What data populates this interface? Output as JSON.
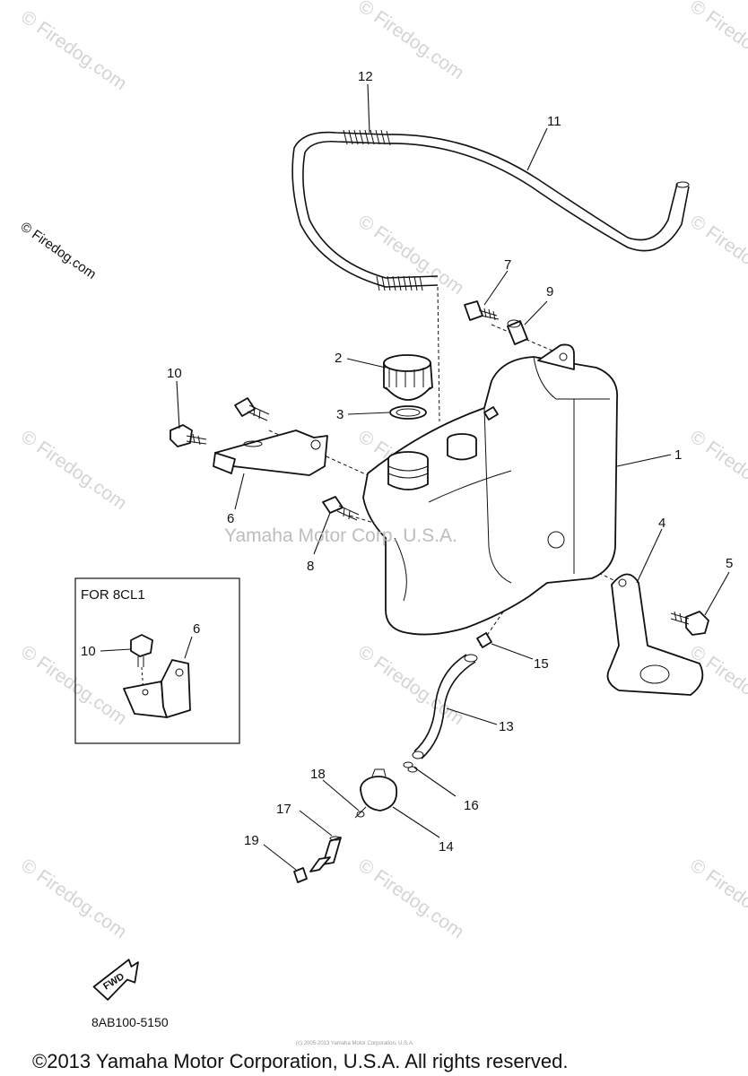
{
  "diagram": {
    "center_caption": "Yamaha Motor Corp. U.S.A.",
    "watermark_text": "© Firedog.com",
    "inset": {
      "title": "FOR 8CL1",
      "callouts": [
        "10",
        "6"
      ]
    },
    "callouts": [
      "1",
      "2",
      "3",
      "4",
      "5",
      "6",
      "7",
      "8",
      "9",
      "10",
      "11",
      "12",
      "13",
      "14",
      "15",
      "16",
      "17",
      "18",
      "19"
    ],
    "fwd_label": "FWD",
    "drawing_code": "8AB100-5150",
    "fine_print": "(c) 2005-2013 Yamaha Motor Corporation, U.S.A.",
    "copyright": "©2013 Yamaha Motor Corporation, U.S.A. All rights reserved."
  }
}
